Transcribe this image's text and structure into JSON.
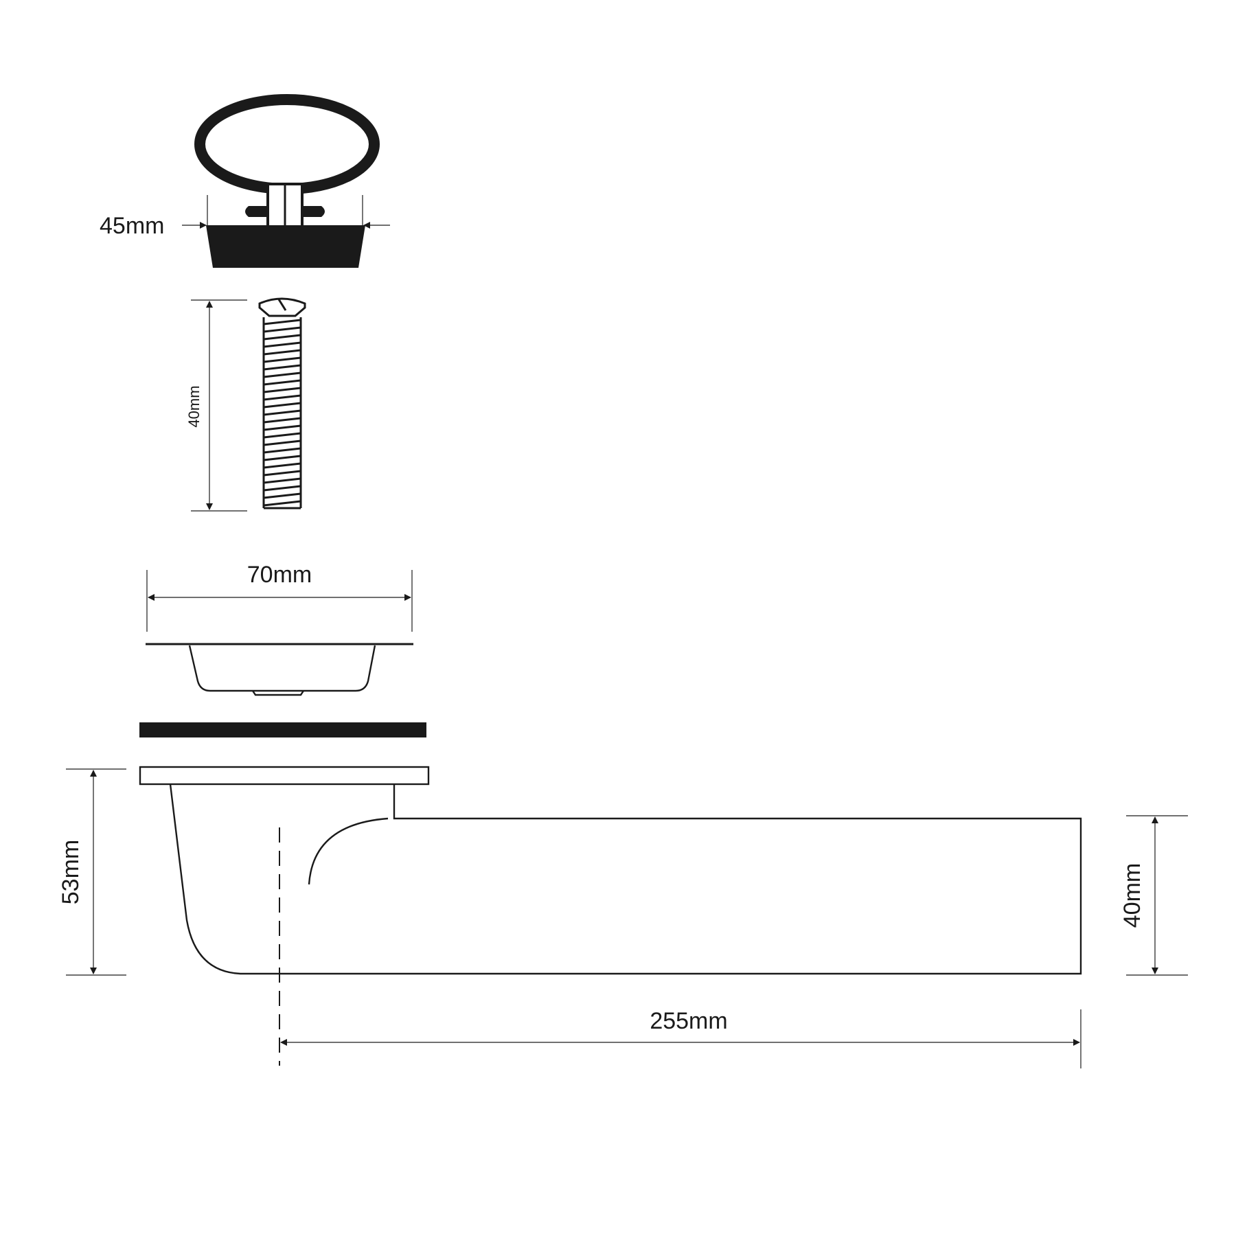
{
  "dimensions": {
    "plug_diameter": "45mm",
    "screw_length": "40mm",
    "strainer_diameter": "70mm",
    "waste_height": "53mm",
    "outlet_height": "40mm",
    "outlet_length": "255mm"
  },
  "colors": {
    "line": "#1a1a1a",
    "background": "#ffffff"
  }
}
